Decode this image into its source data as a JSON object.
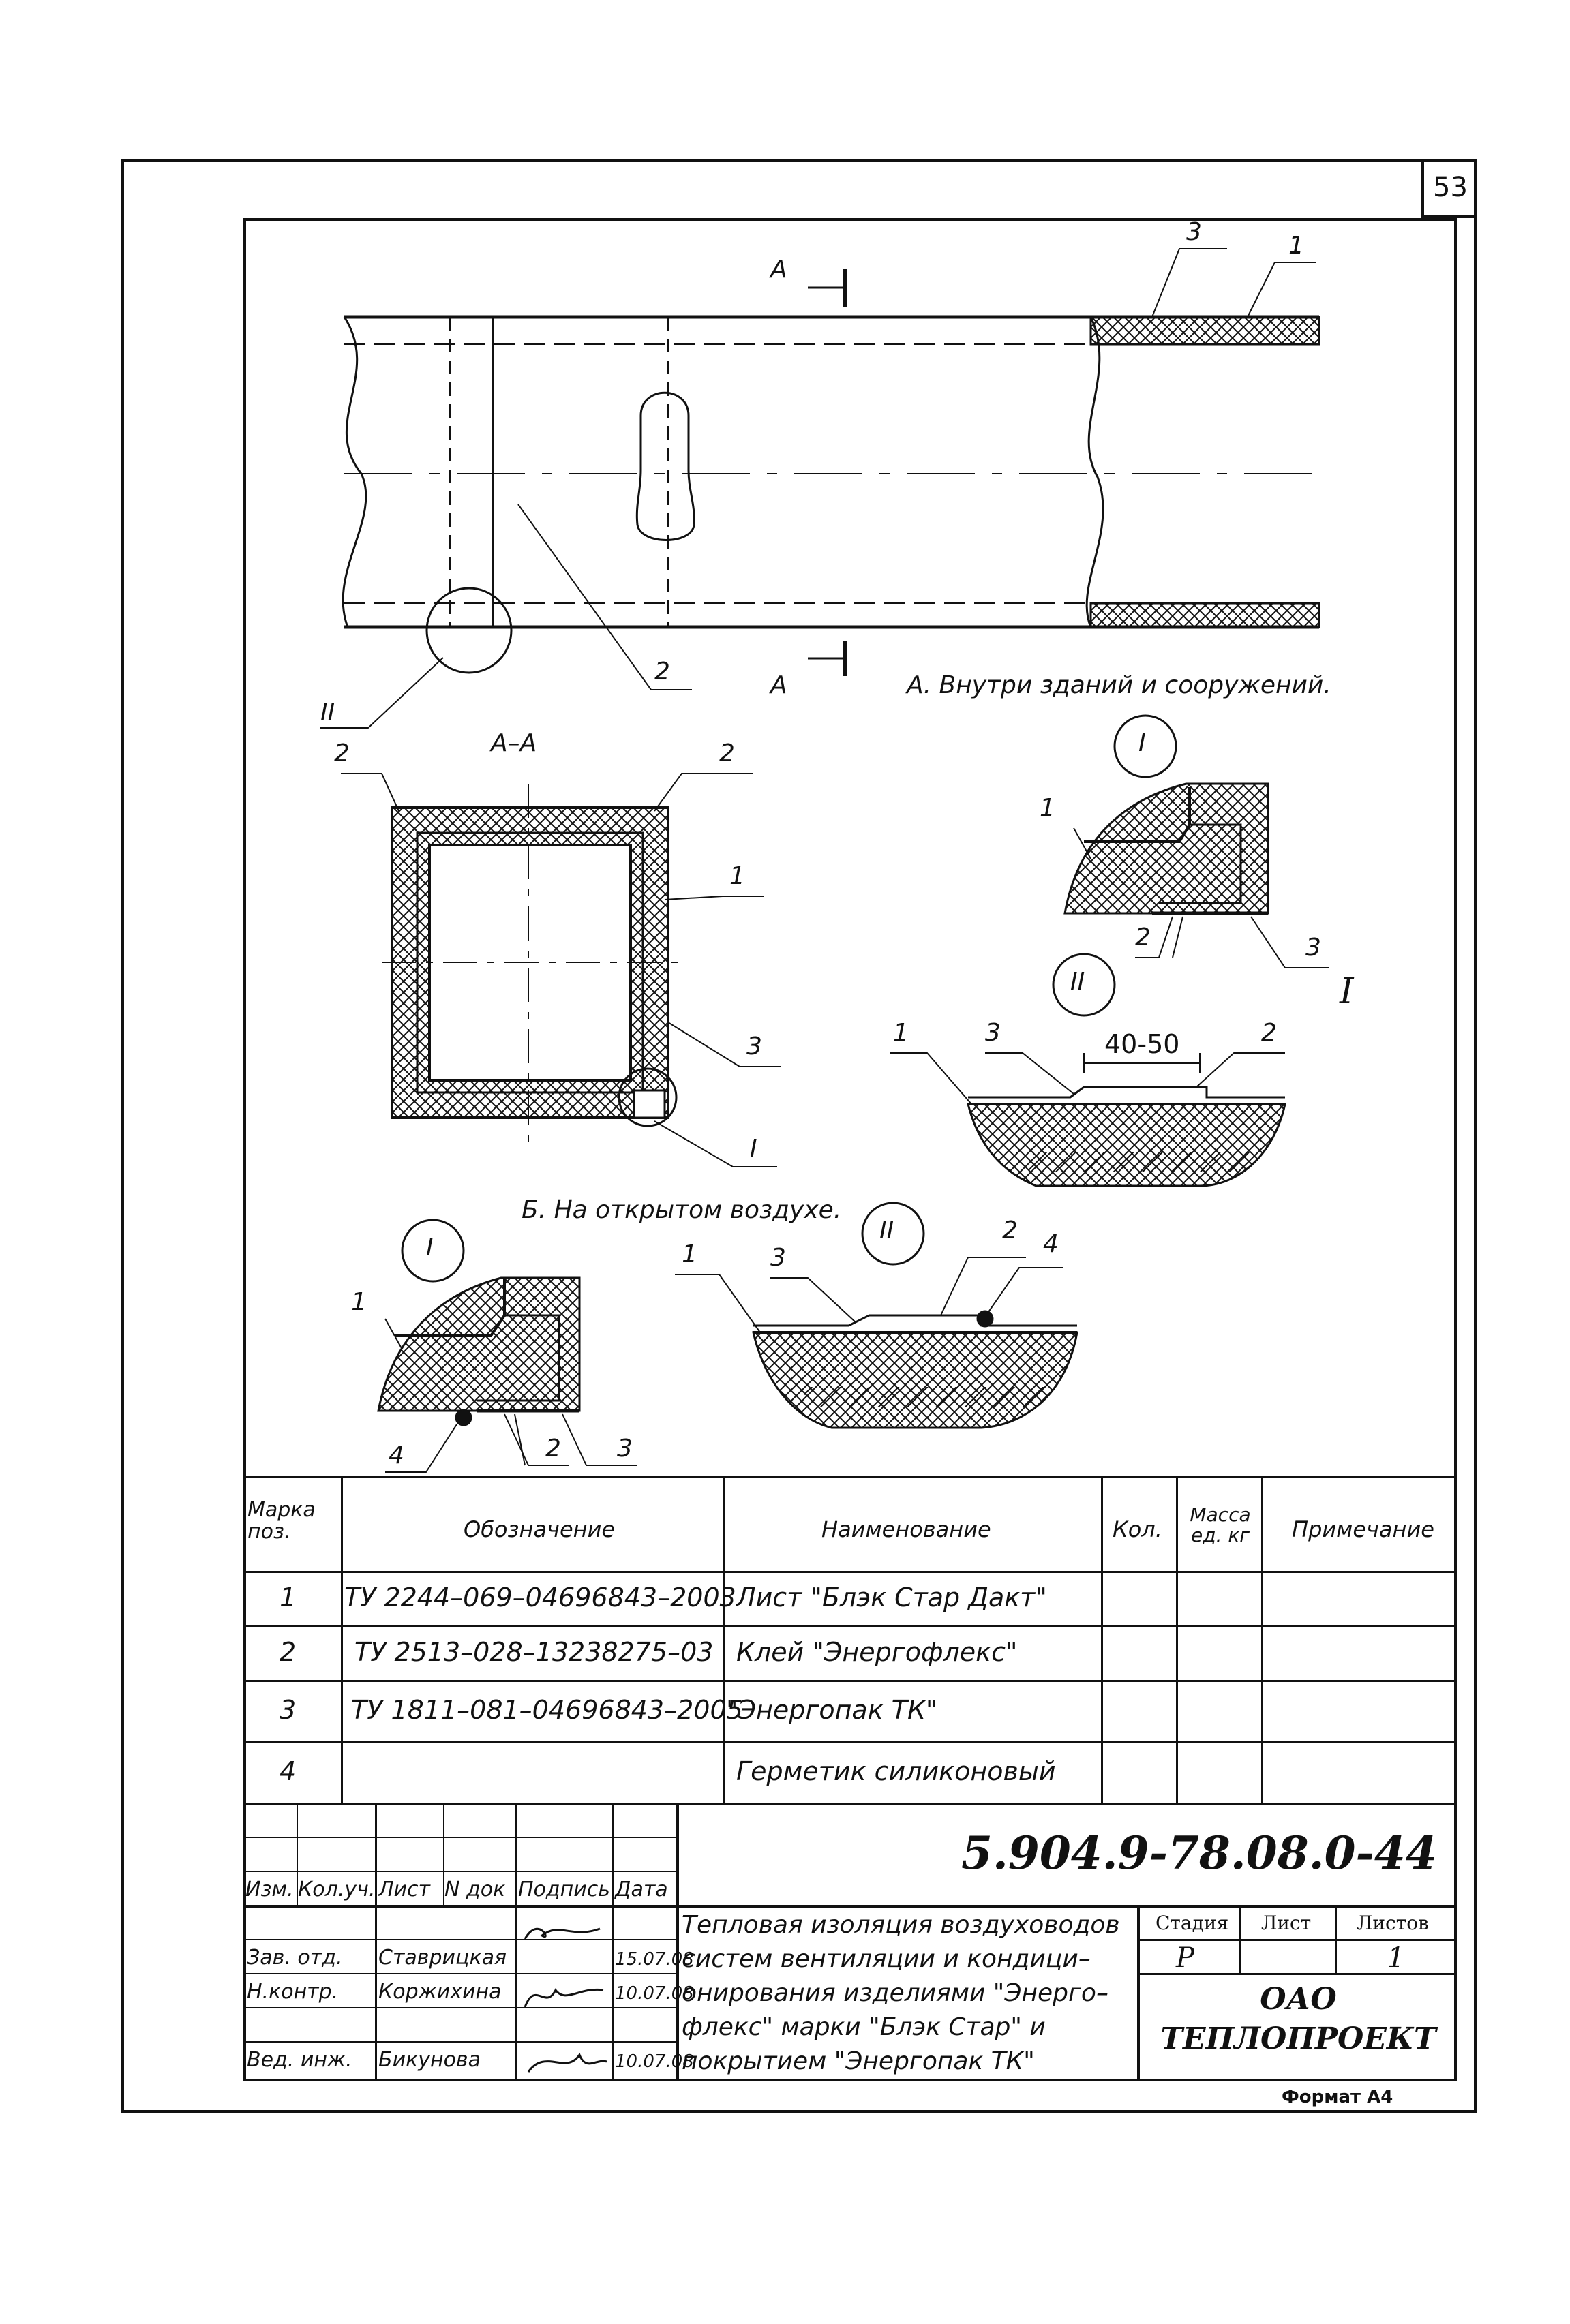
{
  "page_number": "53",
  "section_mark": "A",
  "section_title": "A–A",
  "view_a_caption": "А. Внутри зданий и сооружений.",
  "view_b_caption": "Б. На открытом воздухе.",
  "detail_roman_1": "I",
  "detail_roman_2": "II",
  "dimension": "40-50",
  "leaders": {
    "n1": "1",
    "n2": "2",
    "n3": "3",
    "n4": "4"
  },
  "spec_table": {
    "headers": {
      "mark": "Марка поз.",
      "designation": "Обозначение",
      "name": "Наименование",
      "qty": "Кол.",
      "mass": "Масса ед. кг",
      "note": "Примечание"
    },
    "rows": [
      {
        "mark": "1",
        "designation": "ТУ 2244–069–04696843–2003",
        "name": "Лист \"Блэк Стар Дакт\""
      },
      {
        "mark": "2",
        "designation": "ТУ 2513–028–13238275–03",
        "name": "Клей \"Энергофлекс\""
      },
      {
        "mark": "3",
        "designation": "ТУ 1811–081–04696843–2005",
        "name": "\"Энергопак ТК\""
      },
      {
        "mark": "4",
        "designation": "",
        "name": "Герметик силиконовый"
      }
    ]
  },
  "title_block": {
    "doc_code": "5.904.9-78.08.0-44",
    "columns": {
      "izm": "Изм.",
      "kol": "Кол.уч.",
      "list": "Лист",
      "ndok": "N док",
      "podpis": "Подпись",
      "data": "Дата"
    },
    "people": [
      {
        "role": "Зав. отд.",
        "name": "Ставрицкая",
        "date": "15.07.08"
      },
      {
        "role": "Н.контр.",
        "name": "Коржихина",
        "date": "10.07.08"
      },
      {
        "role": "Вед. инж.",
        "name": "Бикунова",
        "date": "10.07.08"
      }
    ],
    "title_lines": [
      "Тепловая изоляция воздуховодов",
      "систем вентиляции и кондици–",
      "онирования изделиями \"Энерго–",
      "флекс\" марки \"Блэк Стар\" и",
      "покрытием \"Энергопак ТК\""
    ],
    "stage_label": "Стадия",
    "sheet_label": "Лист",
    "sheets_label": "Листов",
    "stage": "Р",
    "sheets": "1",
    "org_line1": "ОАО",
    "org_line2": "ТЕПЛОПРОЕКТ",
    "format": "Формат А4"
  }
}
